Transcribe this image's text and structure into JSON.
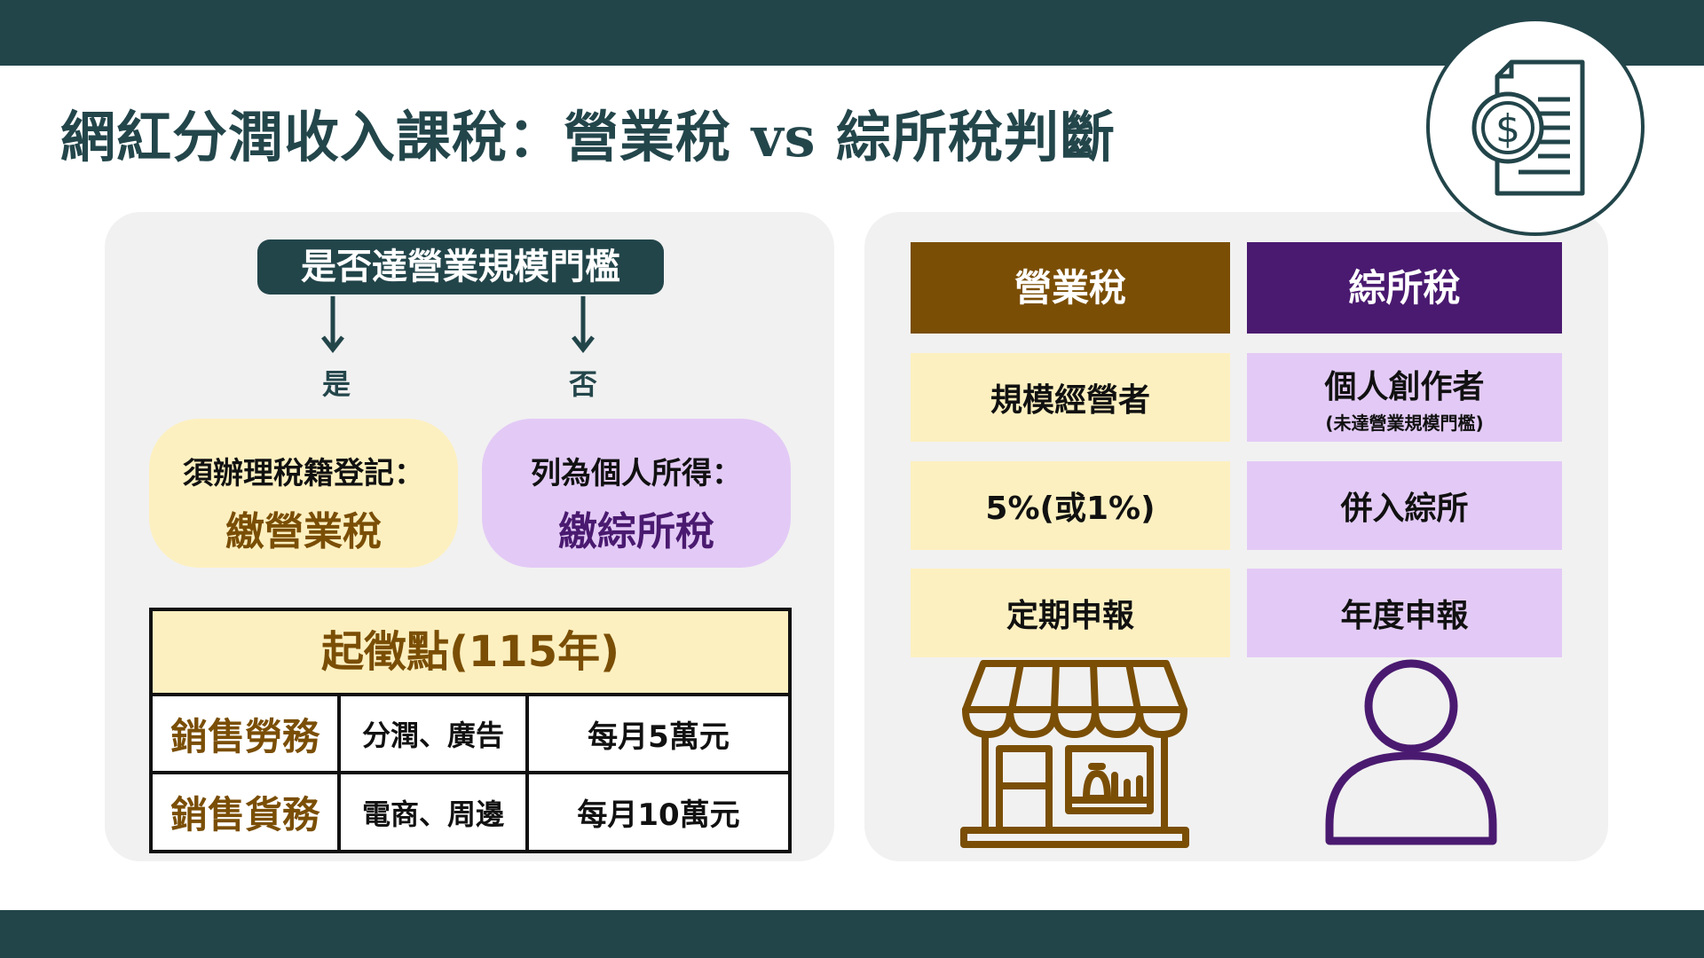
{
  "title": "網紅分潤收入課稅：營業稅 vs 綜所稅判斷",
  "flow": {
    "question": "是否達營業規模門檻",
    "yes_label": "是",
    "no_label": "否",
    "yes_box": {
      "sub": "須辦理稅籍登記：",
      "main": "繳營業稅"
    },
    "no_box": {
      "sub": "列為個人所得：",
      "main": "繳綜所稅"
    }
  },
  "threshold": {
    "heading": "起徵點(115年)",
    "rows": [
      {
        "category": "銷售勞務",
        "items": "分潤、廣告",
        "amount": "每月5萬元"
      },
      {
        "category": "銷售貨務",
        "items": "電商、周邊",
        "amount": "每月10萬元"
      }
    ]
  },
  "comparison": {
    "business_tax": {
      "header": "營業稅",
      "who": "規模經營者",
      "rate": "5%(或1%)",
      "filing": "定期申報",
      "icon": "storefront-icon"
    },
    "income_tax": {
      "header": "綜所稅",
      "who": "個人創作者",
      "who_note": "(未達營業規模門檻)",
      "rate": "併入綜所",
      "filing": "年度申報",
      "icon": "person-icon"
    }
  },
  "colors": {
    "dark_teal": "#22454a",
    "brown": "#7a4e05",
    "purple": "#4a1a70",
    "cream": "#fdf0c0",
    "lavender": "#e3caf6",
    "panel_gray": "#f1f1f1"
  },
  "emblem_icon": "tax-document-dollar-icon"
}
